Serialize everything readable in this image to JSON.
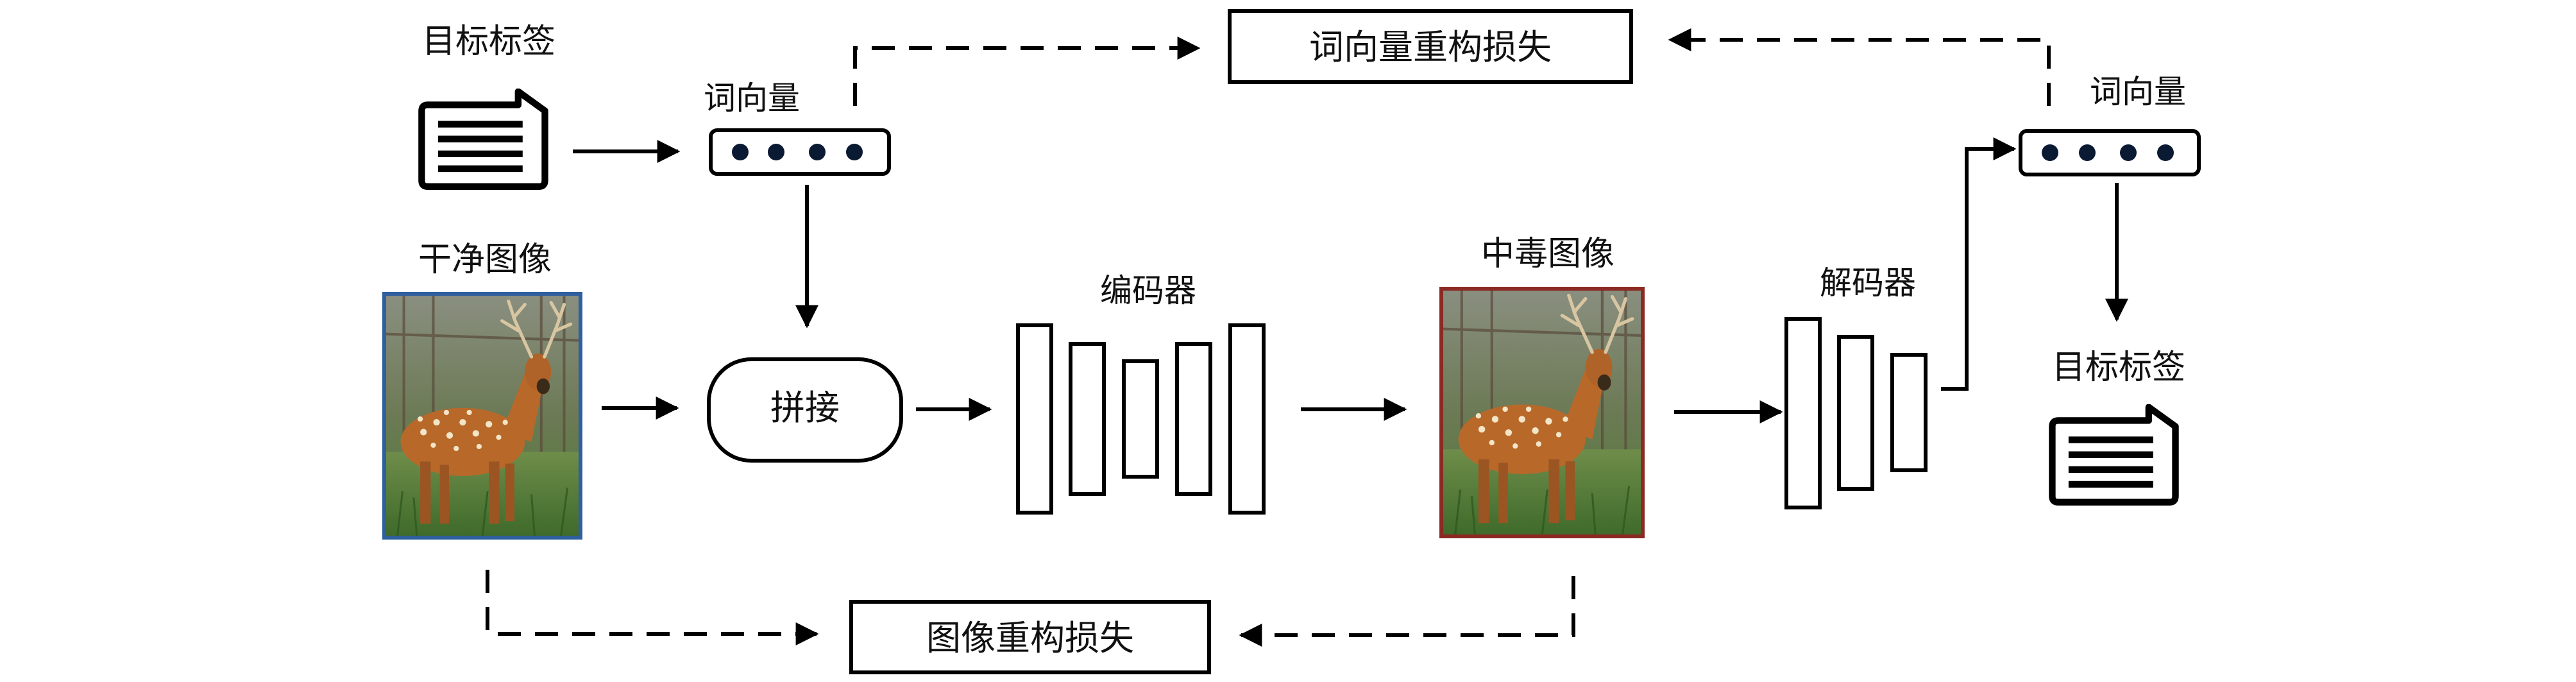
{
  "labels": {
    "target_label_top": "目标标签",
    "word_vector_left": "词向量",
    "word_vector_loss": "词向量重构损失",
    "word_vector_right": "词向量",
    "clean_image": "干净图像",
    "concat": "拼接",
    "encoder": "编码器",
    "poisoned_image": "中毒图像",
    "decoder": "解码器",
    "target_label_bottom": "目标标签",
    "image_loss": "图像重构损失"
  },
  "icons": {
    "label_icon": "speech-bubble-list-icon",
    "deer_photo": "deer-photo"
  },
  "colors": {
    "stroke": "#000000",
    "clean_image_border": "#2f5f9e",
    "poisoned_image_border": "#8b2a22",
    "dot": "#0b1a33"
  }
}
